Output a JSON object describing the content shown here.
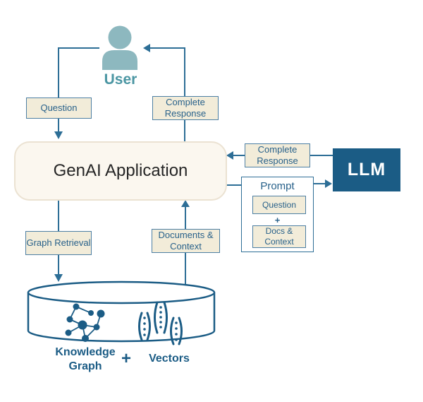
{
  "user": {
    "label": "User"
  },
  "boxes": {
    "question": "Question",
    "complete_response_top": "Complete Response",
    "genai": "GenAI Application",
    "complete_response_right": "Complete Response",
    "llm": "LLM",
    "prompt_title": "Prompt",
    "prompt_question": "Question",
    "prompt_plus": "+",
    "prompt_docs": "Docs & Context",
    "graph_retrieval": "Graph Retrieval",
    "documents_context": "Documents & Context"
  },
  "datastore": {
    "knowledge_graph_label": "Knowledge Graph",
    "plus": "+",
    "vectors_label": "Vectors"
  },
  "icons": {
    "user": "user-icon",
    "database": "database-cylinder",
    "knowledge_graph": "knowledge-graph-icon",
    "vectors": "vectors-icon"
  },
  "colors": {
    "line": "#2d6e96",
    "box-border": "#4d7fa3",
    "cream": "#f2ecd9",
    "box-text": "#28618a",
    "dark-blue": "#1b5c85",
    "genai-fill": "#fbf7ef",
    "genai-border": "#ebe2d2",
    "genai-text": "#262626",
    "user-icon": "#8db8bf",
    "user-text": "#4b96a3",
    "white": "#ffffff"
  }
}
